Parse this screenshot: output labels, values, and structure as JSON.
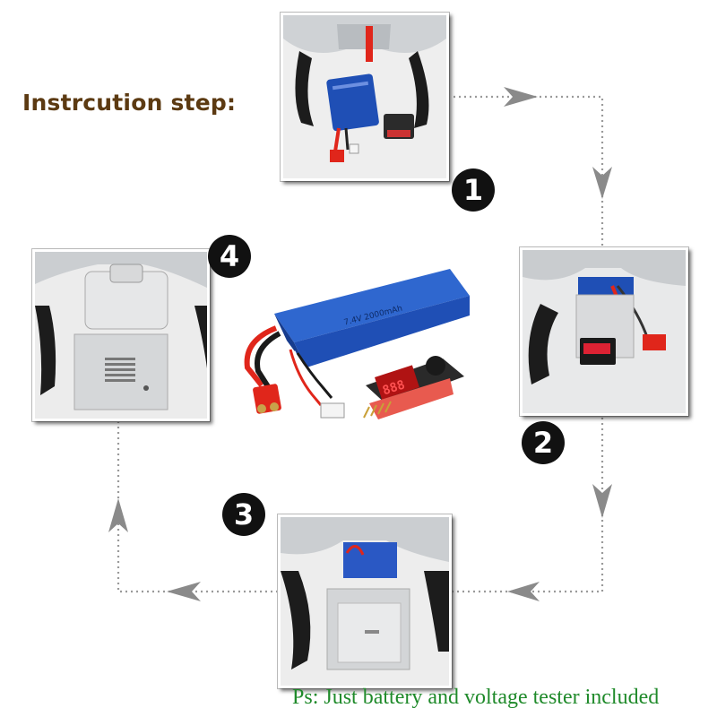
{
  "title": "Instrcution step:",
  "footer_note": "Ps: Just battery and voltage tester included",
  "steps": [
    {
      "number": "1",
      "icon": "step-1-photo"
    },
    {
      "number": "2",
      "icon": "step-2-photo"
    },
    {
      "number": "3",
      "icon": "step-3-photo"
    },
    {
      "number": "4",
      "icon": "step-4-photo"
    }
  ],
  "product": {
    "battery_label": "7.4V 2000mAh",
    "tester_digits": "888"
  },
  "colors": {
    "title": "#5c3a12",
    "footer": "#1f8a2a",
    "battery_blue": "#1f4fb5",
    "connector_red": "#e0261b",
    "arrow_gray": "#8a8a8a"
  }
}
